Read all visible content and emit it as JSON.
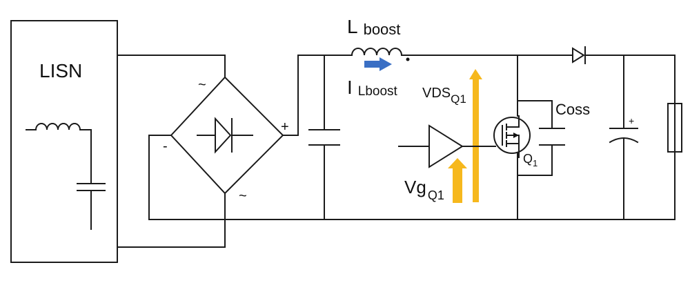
{
  "blocks": {
    "lisn": {
      "label": "LISN"
    }
  },
  "labels": {
    "l_boost": {
      "main": "L",
      "sub": "boost"
    },
    "i_lboost": {
      "main": "I",
      "sub": "Lboost"
    },
    "vds": {
      "main": "VDS",
      "sub": "Q1"
    },
    "vg": {
      "main": "Vg",
      "sub": "Q1"
    },
    "coss": "Coss",
    "q1": {
      "main": "Q",
      "sub": "1"
    }
  },
  "bridge": {
    "ac_top": "~",
    "ac_bottom": "~",
    "plus": "+",
    "minus": "-"
  },
  "bulk_cap": {
    "polarity": "+"
  },
  "colors": {
    "wire": "#1a1a1a",
    "current_arrow": "#3a6fc4",
    "signal_arrow": "#f6b81d"
  },
  "icons": {
    "current": "right-arrow-icon",
    "vds": "up-arrow-icon",
    "vg": "up-arrow-icon"
  }
}
